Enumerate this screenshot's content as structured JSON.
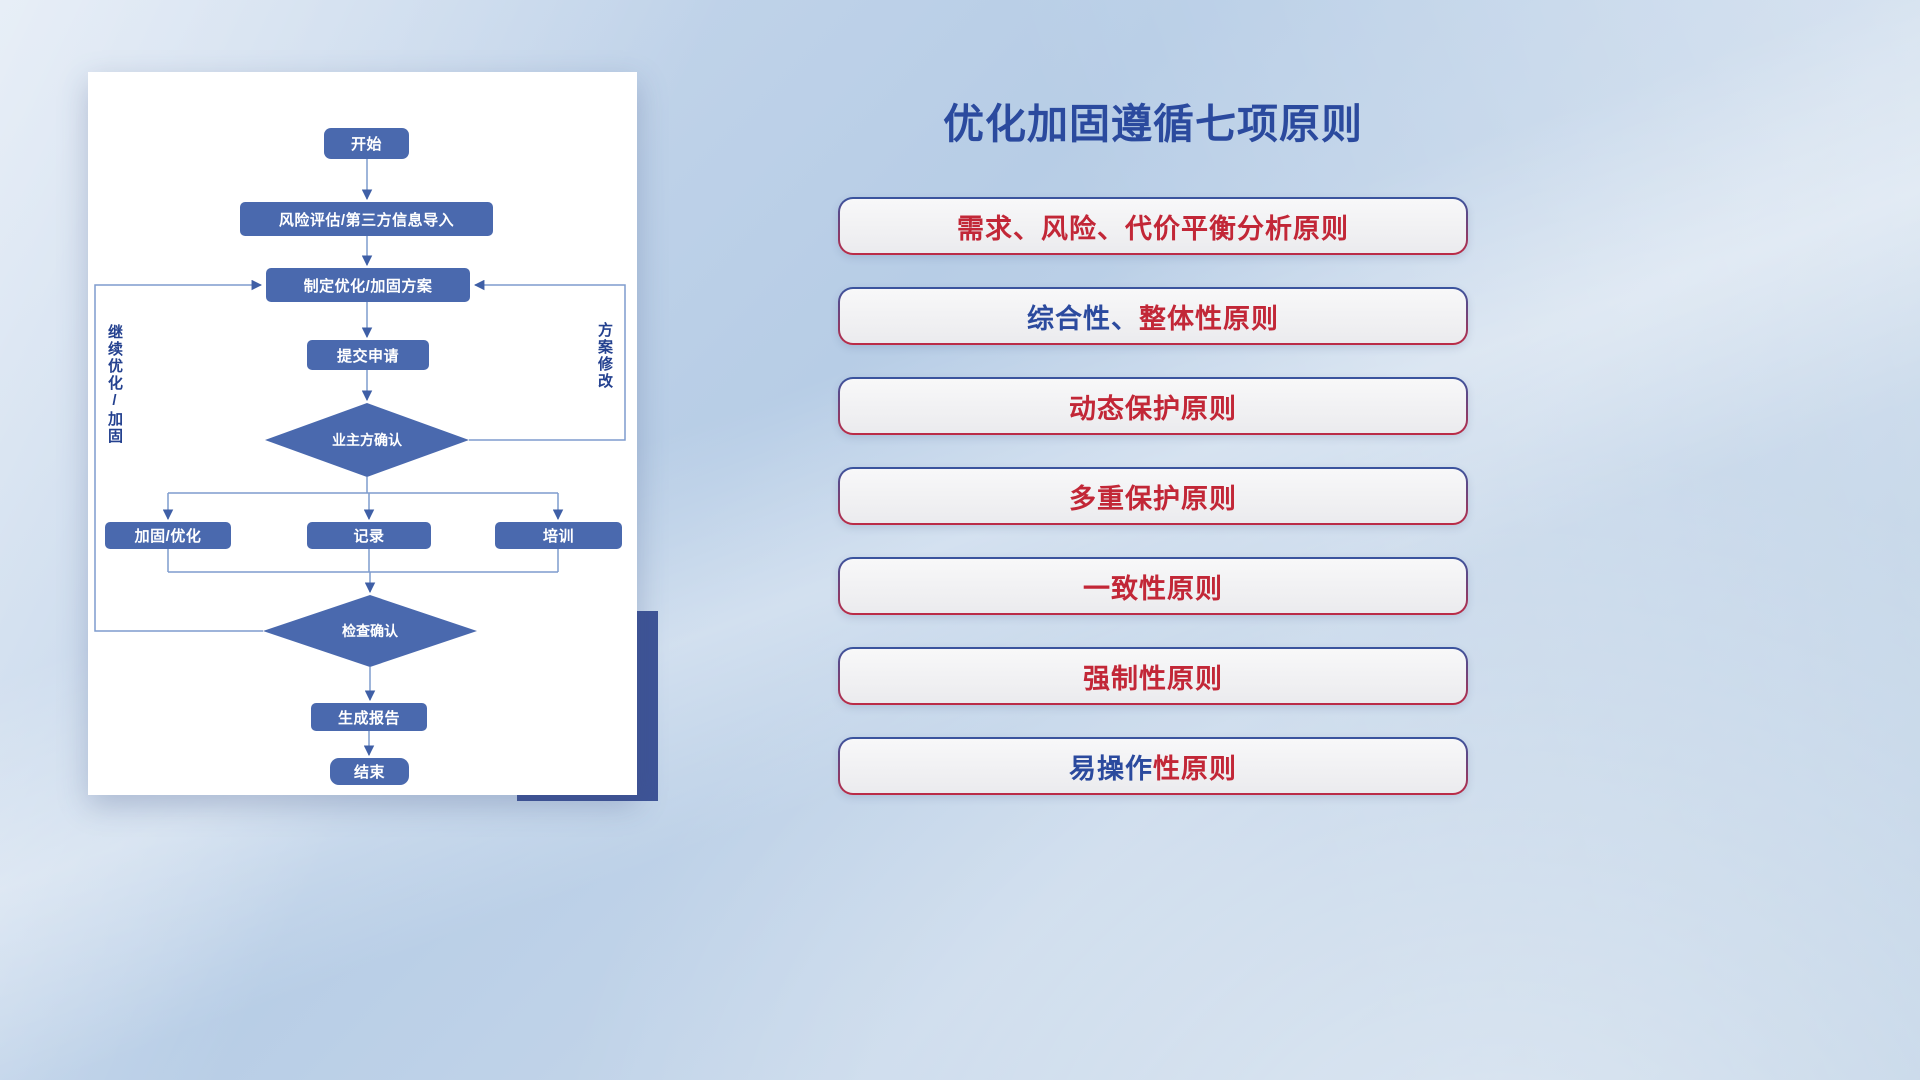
{
  "slide": {
    "title": "优化加固遵循七项原则"
  },
  "flowchart": {
    "nodes": {
      "start": "开始",
      "risk_import": "风险评估/第三方信息导入",
      "make_plan": "制定优化/加固方案",
      "submit": "提交申请",
      "owner_confirm": "业主方确认",
      "reinforce": "加固/优化",
      "record": "记录",
      "training": "培训",
      "check_confirm": "检查确认",
      "report": "生成报告",
      "end": "结束"
    },
    "loop_labels": {
      "continue_optimize": "继续优化/加固",
      "plan_revise": "方案修改"
    }
  },
  "principles": [
    {
      "pre": "",
      "main": "需求、风险、代价平衡分析原则"
    },
    {
      "pre": "综合性、",
      "main": "整体性原则"
    },
    {
      "pre": "",
      "main": "动态保护原则"
    },
    {
      "pre": "",
      "main": "多重保护原则"
    },
    {
      "pre": "",
      "main": "一致性原则"
    },
    {
      "pre": "",
      "main": "强制性原则"
    },
    {
      "pre": "易操作",
      "main": "性原则"
    }
  ],
  "colors": {
    "title_blue": "#2b4a9e",
    "principle_red": "#c22737",
    "principle_blue": "#2b4a9e",
    "node_blue": "#4a69ae",
    "connector_blue": "#7e9ccd",
    "accent_rect_blue": "#3e5497"
  }
}
